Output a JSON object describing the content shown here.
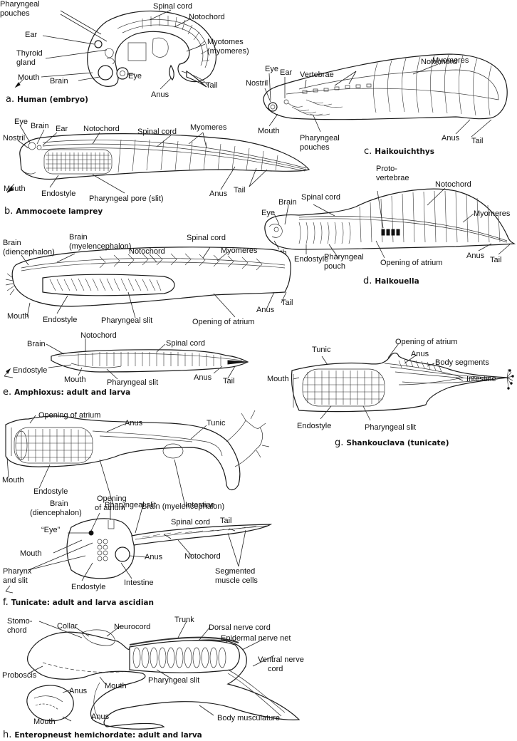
{
  "panels": {
    "a": {
      "letter": "a.",
      "caption": "Human (embryo)",
      "labels": {
        "pharyngeal_pouches": [
          "Pharyngeal",
          "pouches"
        ],
        "spinal_cord": "Spinal cord",
        "notochord": "Notochord",
        "ear": "Ear",
        "myotomes": [
          "Myotomes",
          "(myomeres)"
        ],
        "thyroid": [
          "Thyroid",
          "gland"
        ],
        "mouth": "Mouth",
        "brain": "Brain",
        "eye": "Eye",
        "tail": "Tail",
        "anus": "Anus"
      }
    },
    "b": {
      "letter": "b.",
      "caption": "Ammocoete lamprey",
      "labels": {
        "eye": "Eye",
        "brain": "Brain",
        "ear": "Ear",
        "nostril": "Nostril",
        "notochord": "Notochord",
        "spinal_cord": "Spinal cord",
        "myomeres": "Myomeres",
        "mouth": "Mouth",
        "endostyle": "Endostyle",
        "pharyngeal_pore": "Pharyngeal pore (slit)",
        "anus": "Anus",
        "tail": "Tail"
      }
    },
    "c": {
      "letter": "c.",
      "caption": "Haikouichthys",
      "labels": {
        "notochord": "Notochord",
        "eye": "Eye",
        "ear": "Ear",
        "vertebrae": "Vertebrae",
        "myomeres": "Myomeres",
        "nostril": "Nostril",
        "mouth": "Mouth",
        "pharyngeal_pouches": [
          "Pharyngeal",
          "pouches"
        ],
        "anus": "Anus",
        "tail": "Tail"
      }
    },
    "d": {
      "letter": "d.",
      "caption": "Haikouella",
      "labels": {
        "proto_vertebrae": [
          "Proto-",
          "vertebrae"
        ],
        "notochord": "Notochord",
        "brain": "Brain",
        "spinal_cord": "Spinal cord",
        "myomeres": "Myomeres",
        "eye": "Eye",
        "mouth": "Mouth",
        "endostyle": "Endostyle",
        "pharyngeal_pouch": [
          "Pharyngeal",
          "pouch"
        ],
        "opening_atrium": "Opening of atrium",
        "anus": "Anus",
        "tail": "Tail"
      }
    },
    "e": {
      "letter": "e.",
      "caption": "Amphioxus: adult and larva",
      "adult_labels": {
        "brain_di": [
          "Brain",
          "(diencephalon)"
        ],
        "brain_my": [
          "Brain",
          "(myelencephalon)"
        ],
        "notochord": "Notochord",
        "spinal_cord": "Spinal cord",
        "myomeres": "Myomeres",
        "mouth": "Mouth",
        "endostyle": "Endostyle",
        "pharyngeal_slit": "Pharyngeal slit",
        "opening_atrium": "Opening of atrium",
        "anus": "Anus",
        "tail": "Tail"
      },
      "larva_labels": {
        "notochord": "Notochord",
        "brain": "Brain",
        "spinal_cord": "Spinal cord",
        "endostyle": "Endostyle",
        "mouth": "Mouth",
        "pharyngeal_slit": "Pharyngeal slit",
        "anus": "Anus",
        "tail": "Tail"
      }
    },
    "f": {
      "letter": "f.",
      "caption": "Tunicate: adult and larva ascidian",
      "adult_labels": {
        "opening_atrium": "Opening of atrium",
        "anus": "Anus",
        "tunic": "Tunic",
        "mouth": "Mouth",
        "endostyle": "Endostyle",
        "pharyngeal_slit": "Pharyngeal slit",
        "intestine": "Intestine"
      },
      "larva_labels": {
        "brain_di": [
          "Brain",
          "(diencephalon)"
        ],
        "opening_atrium": [
          "Opening",
          "of atrium"
        ],
        "brain_my": "Brain (myelencephalon)",
        "eye": "“Eye”",
        "spinal_cord": "Spinal cord",
        "tail": "Tail",
        "mouth": "Mouth",
        "anus": "Anus",
        "notochord": "Notochord",
        "pharynx": [
          "Pharynx",
          "and slit"
        ],
        "endostyle": "Endostyle",
        "intestine": "Intestine",
        "muscle": [
          "Segmented",
          "muscle cells"
        ]
      }
    },
    "g": {
      "letter": "g.",
      "caption": "Shankouclava (tunicate)",
      "labels": {
        "opening_atrium": "Opening of atrium",
        "tunic": "Tunic",
        "anus": "Anus",
        "body_segments": "Body segments",
        "mouth": "Mouth",
        "intestine": "Intestine",
        "endostyle": "Endostyle",
        "pharyngeal_slit": "Pharyngeal slit"
      }
    },
    "h": {
      "letter": "h.",
      "caption": "Enteropneust hemichordate: adult and larva",
      "labels": {
        "stomochord": [
          "Stomo-",
          "chord"
        ],
        "collar": "Collar",
        "neurocord": "Neurocord",
        "trunk": "Trunk",
        "dorsal_nerve": "Dorsal nerve cord",
        "epidermal": "Epidermal nerve net",
        "ventral_nerve": [
          "Ventral nerve",
          "cord"
        ],
        "proboscis": "Proboscis",
        "mouth": "Mouth",
        "pharyngeal_slit": "Pharyngeal slit",
        "anus": "Anus",
        "larva_anus": "Anus",
        "larva_mouth": "Mouth",
        "body_musculature": "Body musculature"
      }
    }
  }
}
